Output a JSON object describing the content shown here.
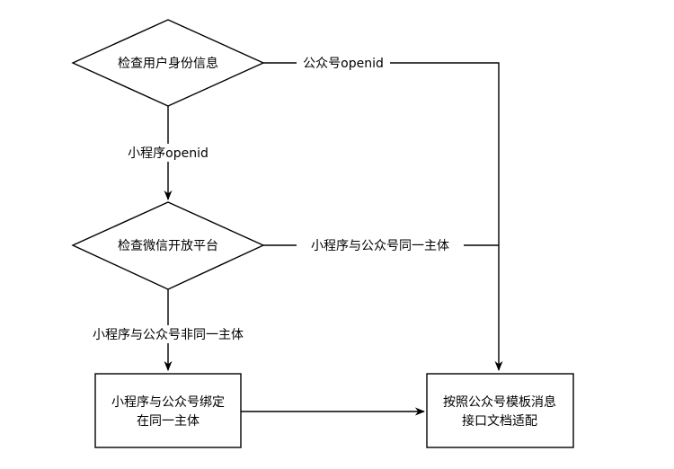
{
  "nodes": {
    "check_user": "检查用户身份信息",
    "check_wechat": "检查微信开放平台",
    "bind_line1": "小程序与公众号绑定",
    "bind_line2": "在同一主体",
    "adapt_line1": "按照公众号模板消息",
    "adapt_line2": "接口文档适配"
  },
  "edges": {
    "mp_openid": "公众号openid",
    "mini_openid": "小程序openid",
    "same_subject": "小程序与公众号同一主体",
    "not_same_subject": "小程序与公众号非同一主体"
  },
  "colors": {
    "stroke": "#000000",
    "label_bg": "#ffffff"
  }
}
